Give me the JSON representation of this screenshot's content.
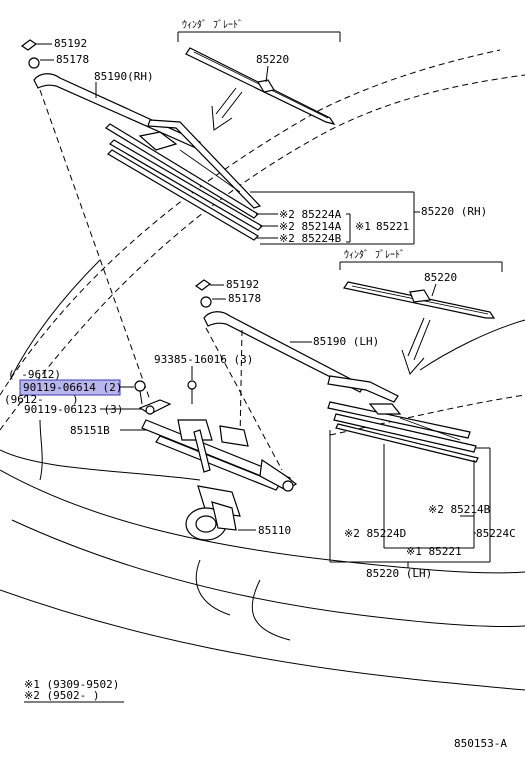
{
  "labels": {
    "wiper_blade_top_title": "ｳｨﾝﾀﾞ ﾌﾞﾚｰﾄﾞ",
    "wiper_blade_mid_title": "ｳｨﾝﾀﾞ ﾌﾞﾚｰﾄﾞ",
    "p85192_top": "85192",
    "p85178_top": "85178",
    "p85190_rh": "85190(RH)",
    "p85220_top": "85220",
    "p85224a": "※2 85224A",
    "p85214a": "※2 85214A",
    "p85224b": "※2 85224B",
    "p85221_top_mark": "※1",
    "p85221_top": "85221",
    "p85220_rh": "85220 (RH)",
    "p85192_mid": "85192",
    "p85178_mid": "85178",
    "p85220_mid": "85220",
    "p85190_lh": "85190 (LH)",
    "p93385": "93385-16016 (3)",
    "range_top": "(      -9612)",
    "p90119_06614": "90119-06614 (2)",
    "range_bottom_left": "(9612-",
    "range_bottom_right": ")",
    "p90119_06123": "90119-06123 (3)",
    "p85151b": "85151B",
    "p85110": "85110",
    "p85214b": "※2 85214B",
    "p85224d": "※2 85224D",
    "p85224c": "85224C",
    "p85221_bot": "※1 85221",
    "p85220_lh": "85220 (LH)",
    "note1": "※1 (9309-9502)",
    "note2": "※2 (9502-      )",
    "diagram_id": "850153-A"
  },
  "colors": {
    "highlight_fill": "#b9b6ee",
    "highlight_stroke": "#3b3bb0",
    "ink": "#000000"
  }
}
